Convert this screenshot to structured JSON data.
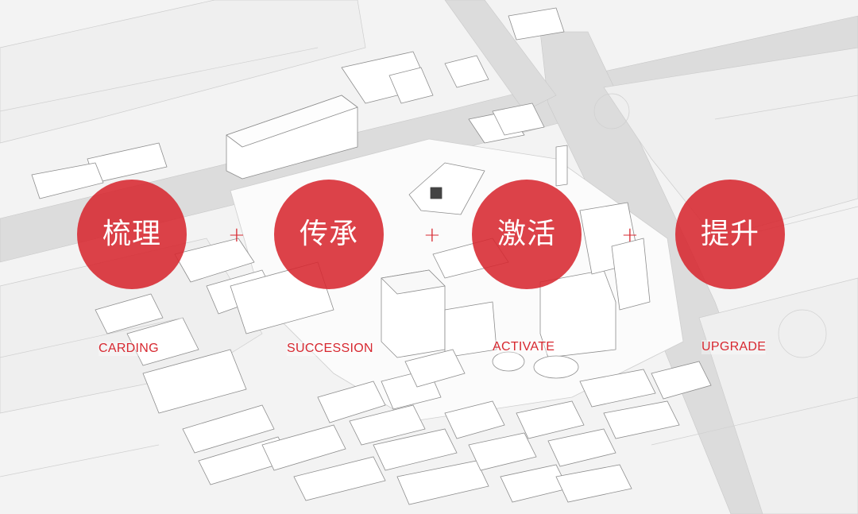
{
  "diagram": {
    "steps": [
      {
        "zh": "梳理",
        "en": "CARDING"
      },
      {
        "zh": "传承",
        "en": "SUCCESSION"
      },
      {
        "zh": "激活",
        "en": "ACTIVATE"
      },
      {
        "zh": "提升",
        "en": "UPGRADE"
      }
    ],
    "connector": "+",
    "accent_color": "#d72830"
  }
}
